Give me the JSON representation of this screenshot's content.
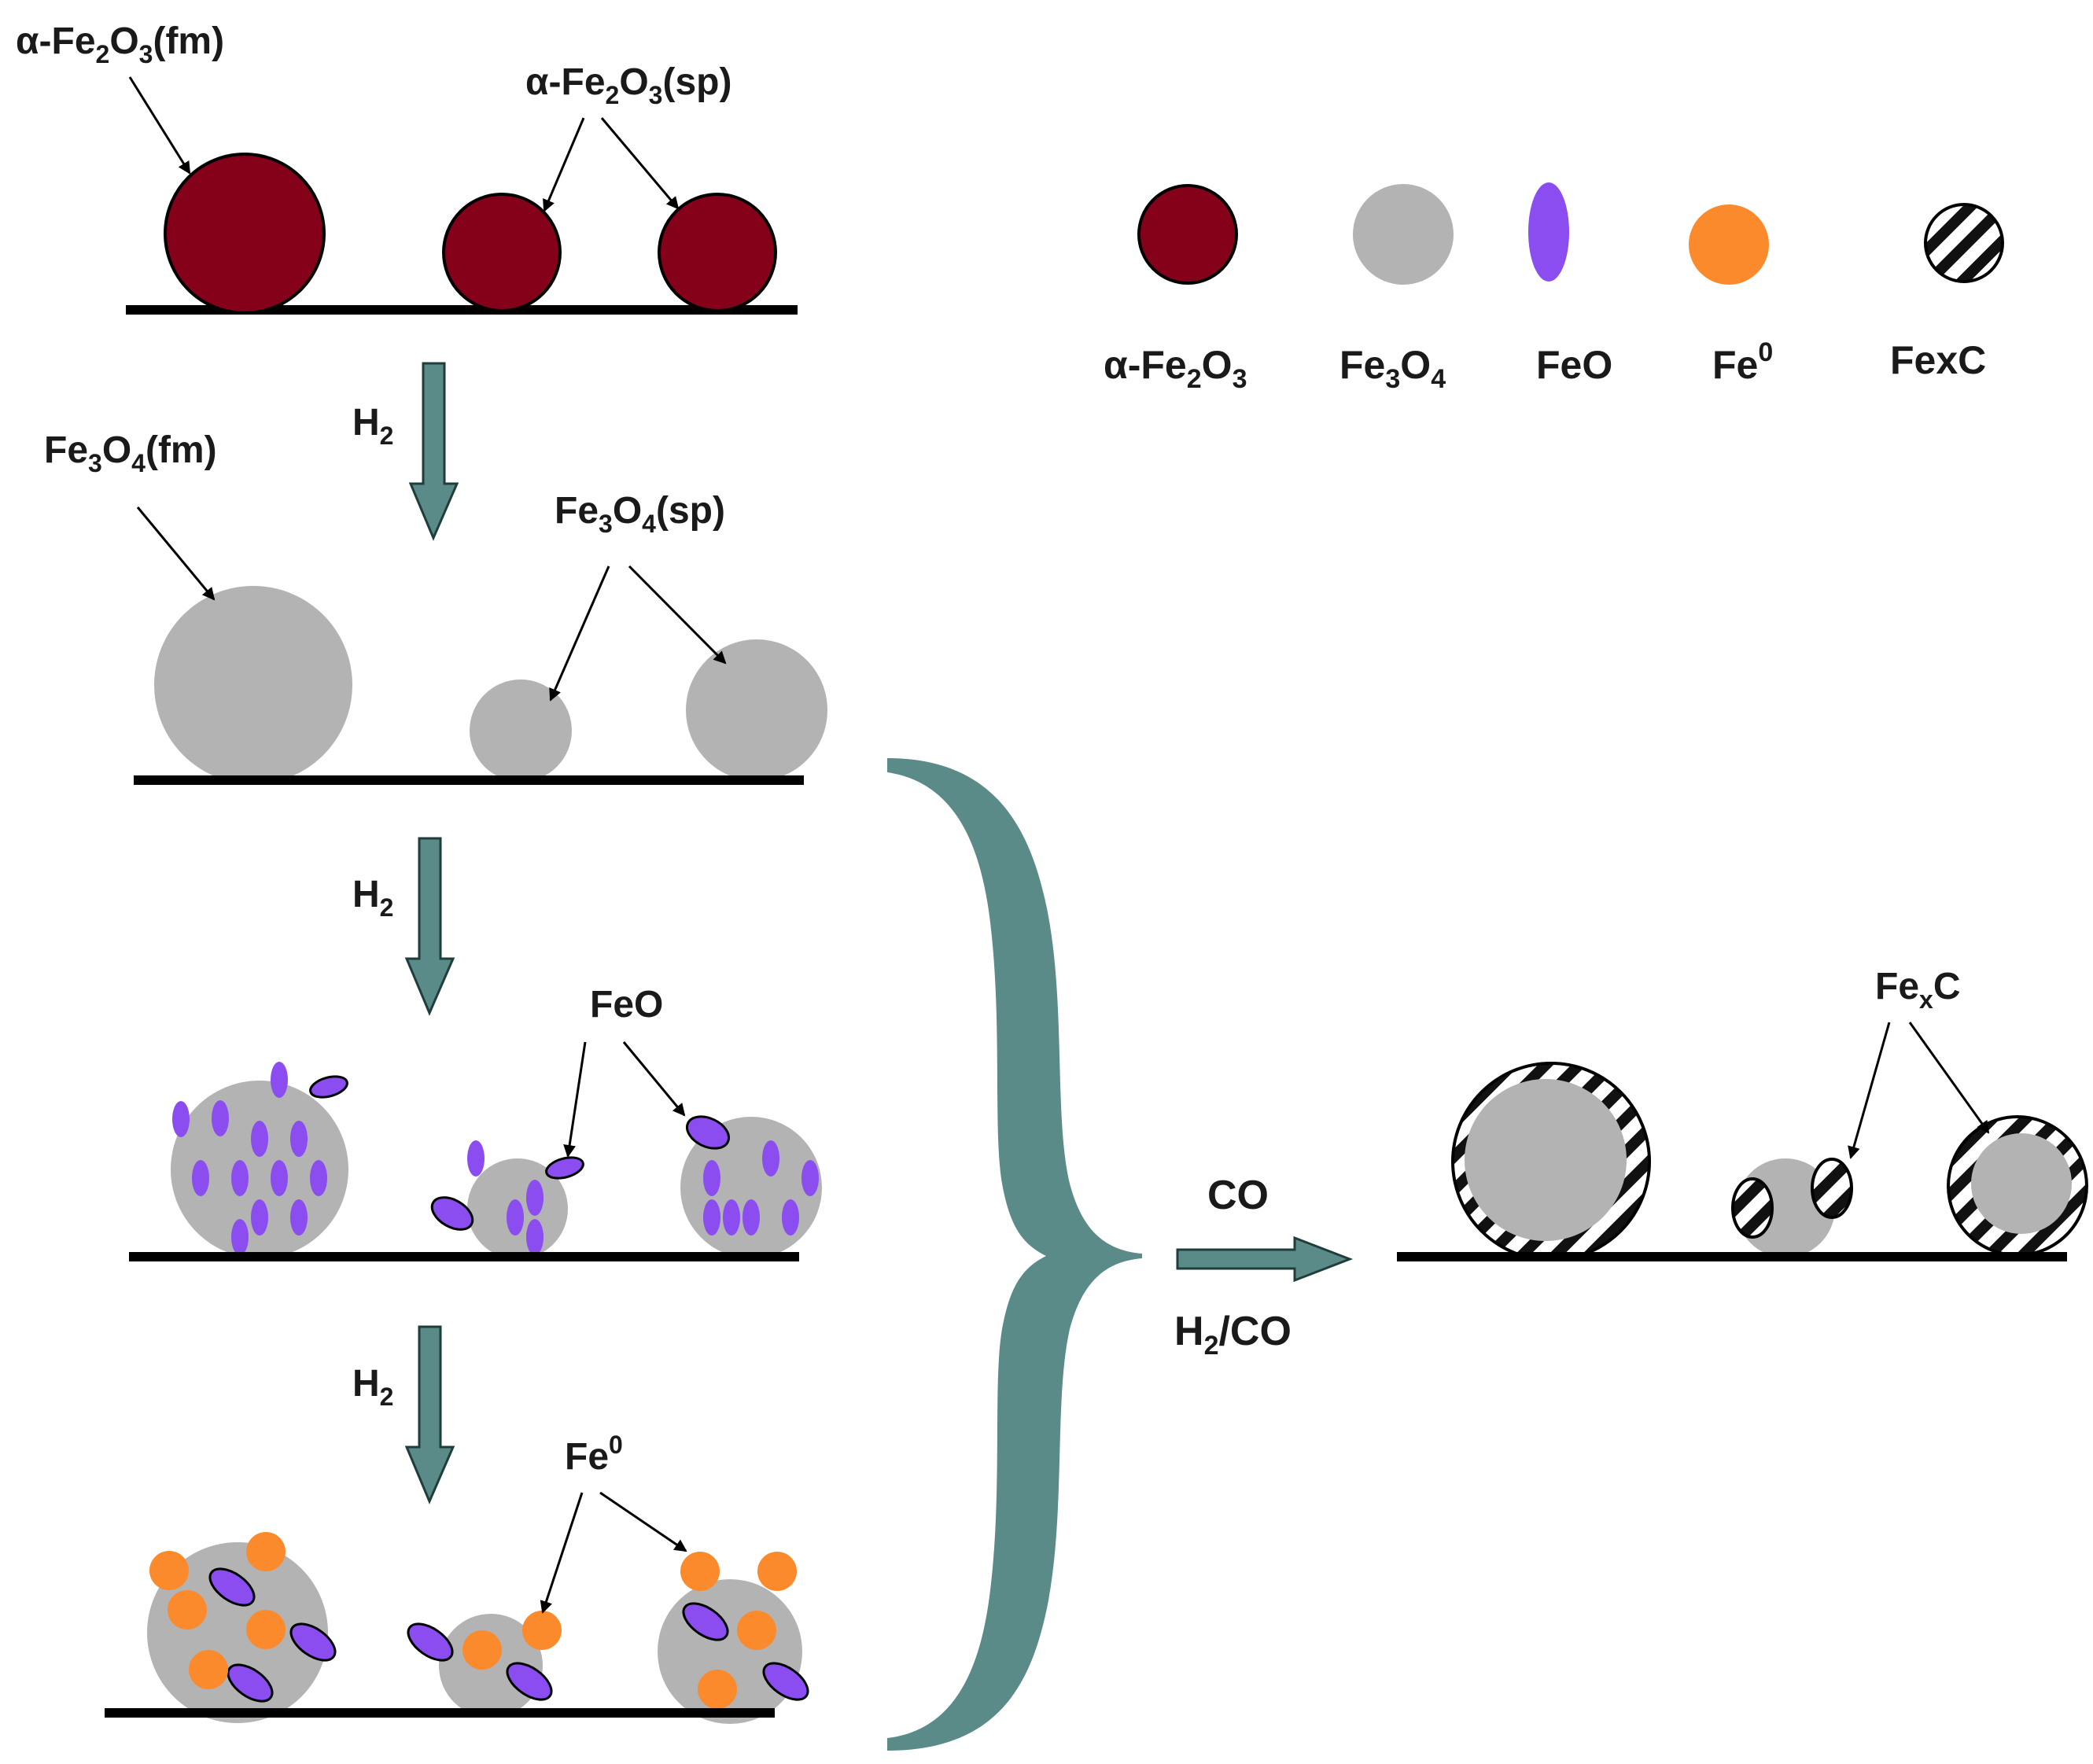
{
  "colors": {
    "hematite": "#850019",
    "magnetite": "#b3b3b3",
    "feo": "#8b4cf0",
    "fe0": "#fb8a2c",
    "carbide_stripe": "#111111",
    "teal": "#5a8b89",
    "line": "#000000"
  },
  "labels": {
    "hem_fm": {
      "main": "α-Fe",
      "s1": "2",
      "mid": "O",
      "s2": "3",
      "tail": "(fm)"
    },
    "hem_sp": {
      "main": "α-Fe",
      "s1": "2",
      "mid": "O",
      "s2": "3",
      "tail": "(sp)"
    },
    "mag_fm": {
      "main": "Fe",
      "s1": "3",
      "mid": "O",
      "s2": "4",
      "tail": "(fm)"
    },
    "mag_sp": {
      "main": "Fe",
      "s1": "3",
      "mid": "O",
      "s2": "4",
      "tail": "(sp)"
    },
    "feo": "FeO",
    "fe0": {
      "main": "Fe",
      "sup": "0"
    },
    "fexc": {
      "main": "Fe",
      "sub": "x",
      "tail": "C"
    },
    "h2_1": {
      "main": "H",
      "sub": "2"
    },
    "h2_2": {
      "main": "H",
      "sub": "2"
    },
    "h2_3": {
      "main": "H",
      "sub": "2"
    },
    "co": "CO",
    "h2co": {
      "main": "H",
      "sub": "2",
      "tail": "/CO"
    }
  },
  "legend": [
    {
      "key": "hematite",
      "label": {
        "main": "α-Fe",
        "s1": "2",
        "mid": "O",
        "s2": "3"
      }
    },
    {
      "key": "magnetite",
      "label": {
        "main": "Fe",
        "s1": "3",
        "mid": "O",
        "s2": "4"
      }
    },
    {
      "key": "feo",
      "label": "FeO"
    },
    {
      "key": "fe0",
      "label": {
        "main": "Fe",
        "sup": "0"
      }
    },
    {
      "key": "carbide",
      "label": "FexC"
    }
  ]
}
